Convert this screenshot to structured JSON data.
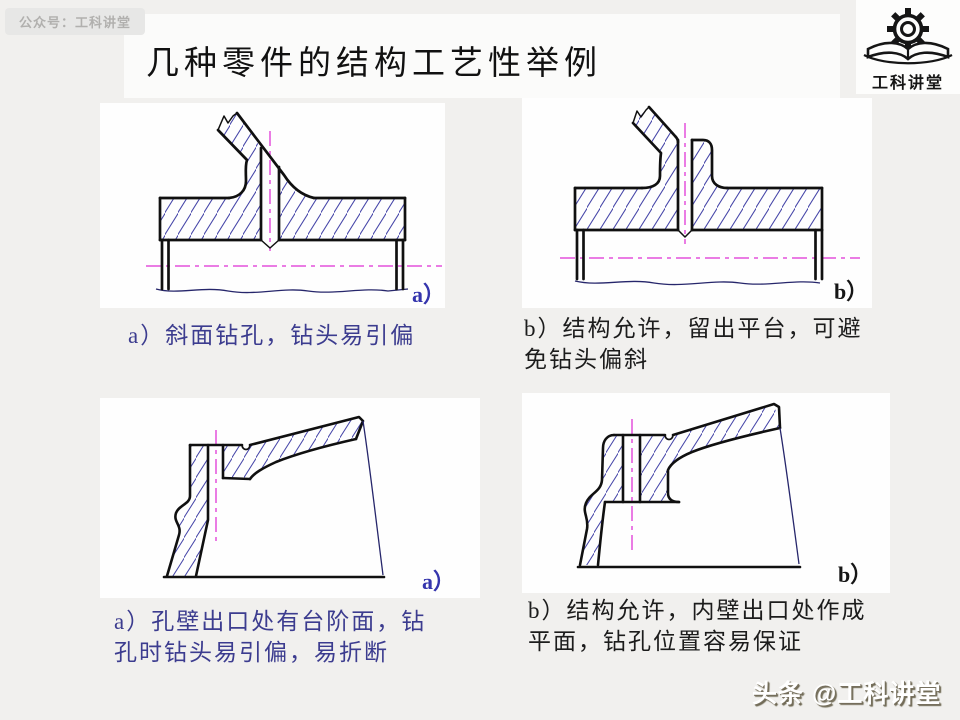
{
  "badge": {
    "text": "公众号：工科讲堂"
  },
  "title": {
    "text": "几种零件的结构工艺性举例"
  },
  "logo": {
    "icon": "gear-book-logo-icon",
    "text": "工科讲堂"
  },
  "figures": [
    {
      "id": "top-left",
      "label": "a）",
      "label_color": "#3535ad",
      "caption": "a）斜面钻孔，钻头易引偏",
      "caption_color": "#3c3c8f"
    },
    {
      "id": "top-right",
      "label": "b）",
      "label_color": "#161616",
      "caption": "b）结构允许，留出平台，可避\n免钻头偏斜",
      "caption_color": "#1c1c1c"
    },
    {
      "id": "bottom-left",
      "label": "a）",
      "label_color": "#3535ad",
      "caption": "a）孔壁出口处有台阶面，钻\n孔时钻头易引偏，易折断",
      "caption_color": "#3c3c8f"
    },
    {
      "id": "bottom-right",
      "label": "b）",
      "label_color": "#161616",
      "caption": "b）结构允许，内壁出口处作成\n平面，钻孔位置容易保证",
      "caption_color": "#1c1c1c"
    }
  ],
  "watermark": {
    "text": "头条 @工科讲堂"
  },
  "colors": {
    "slide_background": "#f1f0ee",
    "panel_background": "#fefefe",
    "outline": "#101010",
    "hatch": "#4545a8",
    "centerline_magenta": "#e450dc",
    "break_line_navy": "#26266b",
    "caption_blue": "#3c3c8f",
    "badge_text": "#b1b0ae"
  }
}
